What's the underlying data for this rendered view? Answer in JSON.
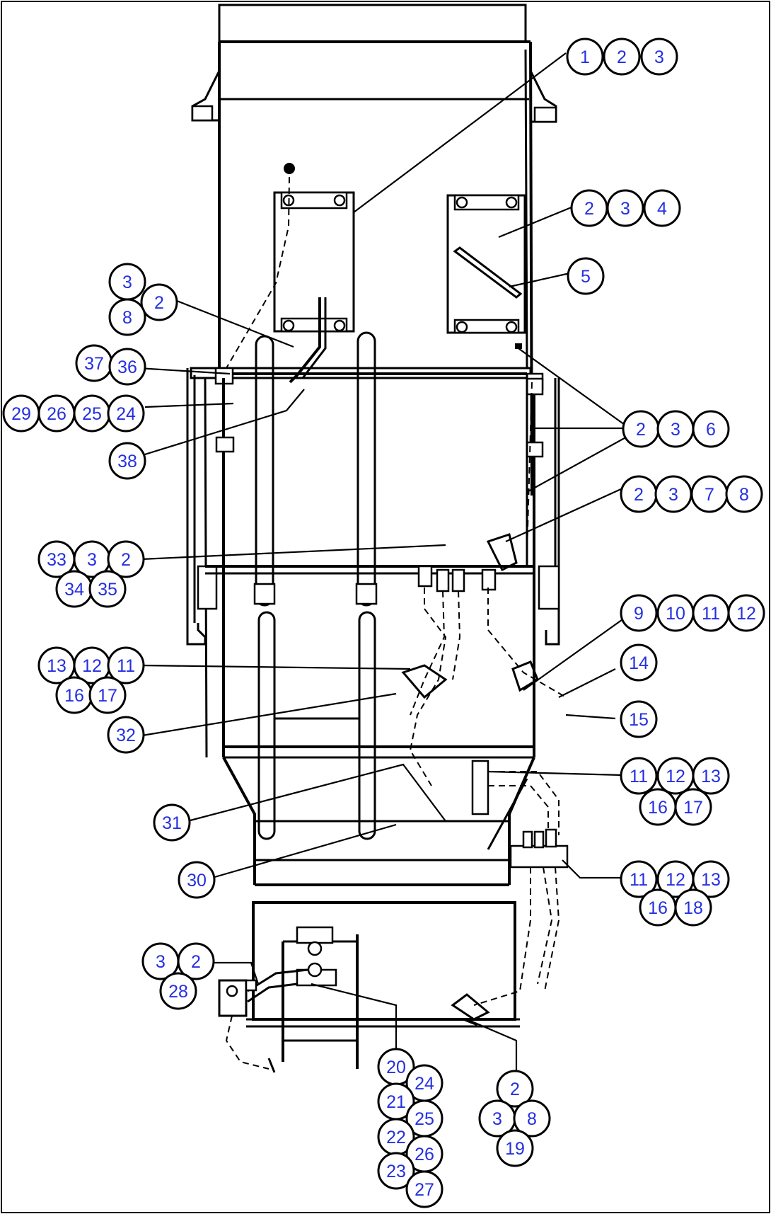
{
  "diagram": {
    "callouts": [
      {
        "id": "c01",
        "labels": [
          "1",
          "2",
          "3"
        ]
      },
      {
        "id": "c02",
        "labels": [
          "2",
          "3",
          "4"
        ]
      },
      {
        "id": "c03",
        "labels": [
          "5"
        ]
      },
      {
        "id": "c04",
        "labels": [
          "3",
          "2",
          "8"
        ]
      },
      {
        "id": "c05",
        "labels": [
          "37",
          "36"
        ]
      },
      {
        "id": "c06",
        "labels": [
          "29",
          "26",
          "25",
          "24"
        ]
      },
      {
        "id": "c07",
        "labels": [
          "38"
        ]
      },
      {
        "id": "c08",
        "labels": [
          "2",
          "3",
          "6"
        ]
      },
      {
        "id": "c09",
        "labels": [
          "2",
          "3",
          "7",
          "8"
        ]
      },
      {
        "id": "c10",
        "labels": [
          "33",
          "3",
          "2",
          "34",
          "35"
        ]
      },
      {
        "id": "c11",
        "labels": [
          "9",
          "10",
          "11",
          "12"
        ]
      },
      {
        "id": "c12",
        "labels": [
          "13",
          "12",
          "11",
          "16",
          "17"
        ]
      },
      {
        "id": "c13",
        "labels": [
          "14"
        ]
      },
      {
        "id": "c14",
        "labels": [
          "15"
        ]
      },
      {
        "id": "c15",
        "labels": [
          "32"
        ]
      },
      {
        "id": "c16",
        "labels": [
          "11",
          "12",
          "13",
          "16",
          "17"
        ]
      },
      {
        "id": "c17",
        "labels": [
          "31"
        ]
      },
      {
        "id": "c18",
        "labels": [
          "11",
          "12",
          "13",
          "16",
          "18"
        ]
      },
      {
        "id": "c19",
        "labels": [
          "30"
        ]
      },
      {
        "id": "c20",
        "labels": [
          "3",
          "2",
          "28"
        ]
      },
      {
        "id": "c21",
        "labels": [
          "20",
          "24",
          "21",
          "25",
          "22",
          "26",
          "23",
          "27"
        ]
      },
      {
        "id": "c22",
        "labels": [
          "2",
          "3",
          "8",
          "19"
        ]
      }
    ]
  }
}
